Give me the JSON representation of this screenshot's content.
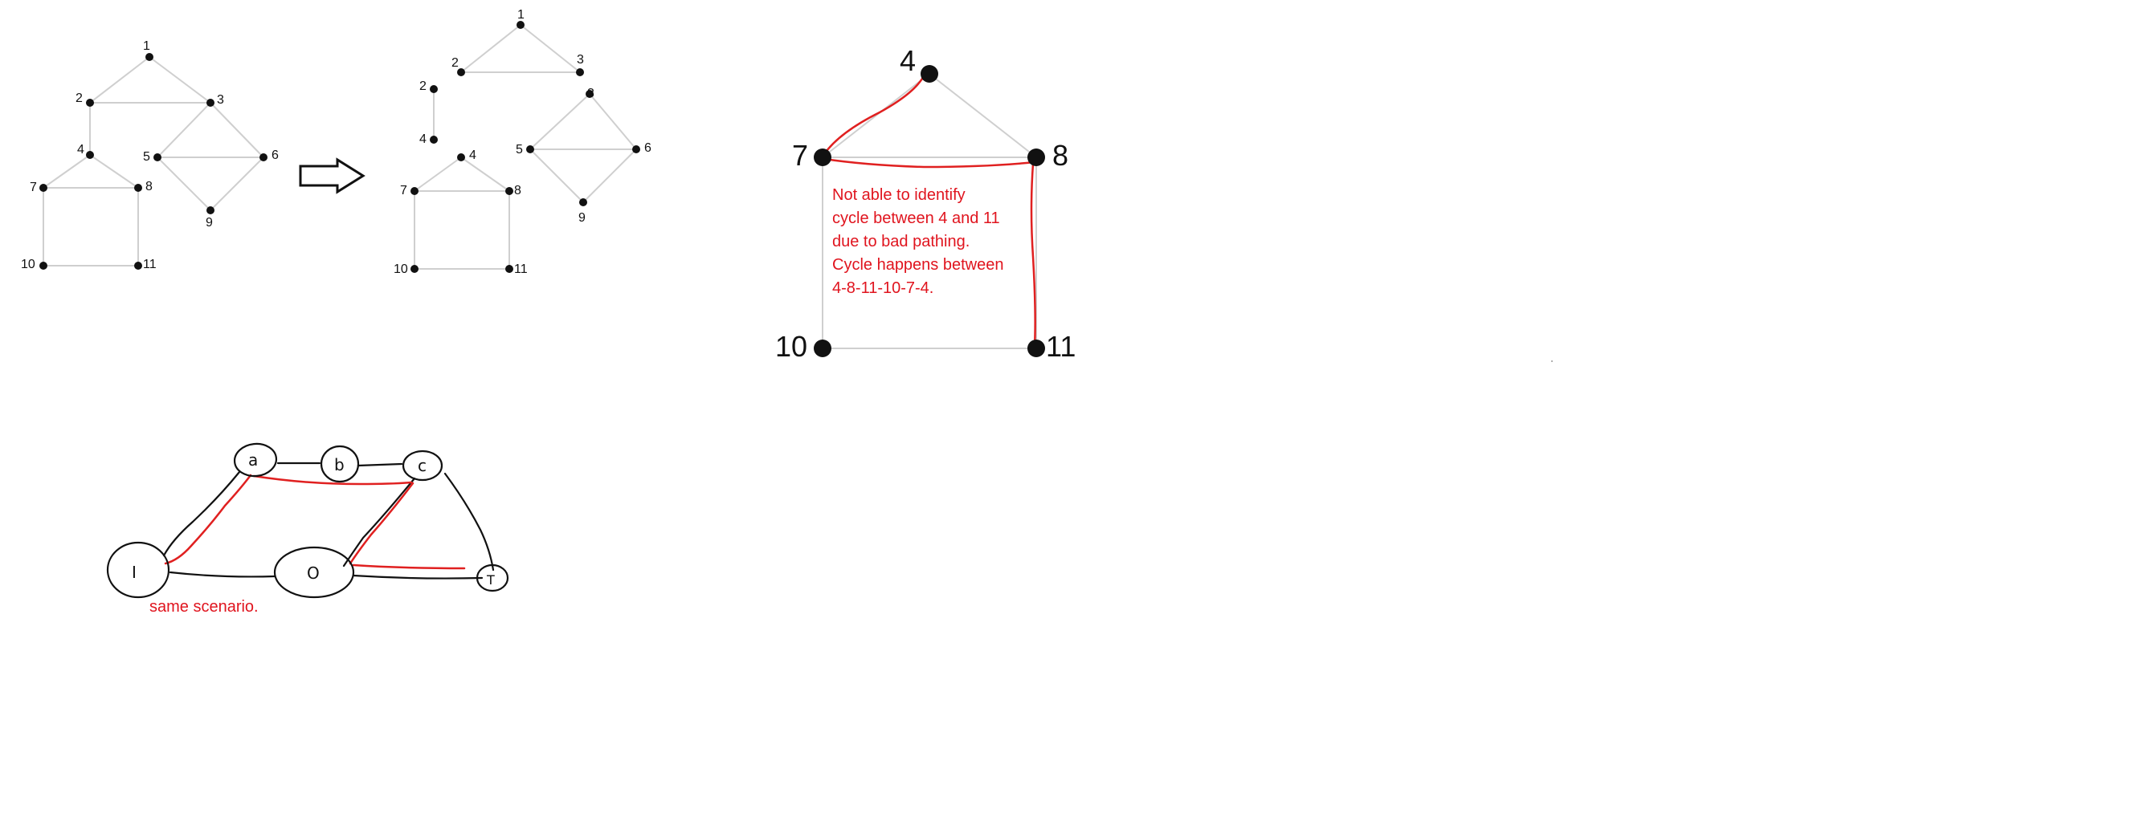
{
  "diagram_left": {
    "labels": [
      "1",
      "2",
      "3",
      "4",
      "5",
      "6",
      "7",
      "8",
      "9",
      "10",
      "11"
    ]
  },
  "diagram_split": {
    "labels": [
      "1",
      "2",
      "3",
      "2",
      "4",
      "4",
      "3",
      "5",
      "6",
      "9",
      "7",
      "8",
      "10",
      "11"
    ]
  },
  "diagram_zoom": {
    "labels": [
      "4",
      "7",
      "8",
      "10",
      "11"
    ],
    "note": "Not able to identify\ncycle between 4 and 11\ndue to bad pathing.\nCycle happens between\n4-8-11-10-7-4."
  },
  "diagram_hand": {
    "labels": [
      "a",
      "b",
      "c",
      "I",
      "O",
      "T"
    ],
    "caption": "same scenario."
  },
  "colors": {
    "edge": "#cfcfcf",
    "node": "#111111",
    "highlight": "#e02020",
    "note_text": "#e0141e"
  },
  "icons": {
    "arrow": "right-outline-arrow-icon"
  }
}
